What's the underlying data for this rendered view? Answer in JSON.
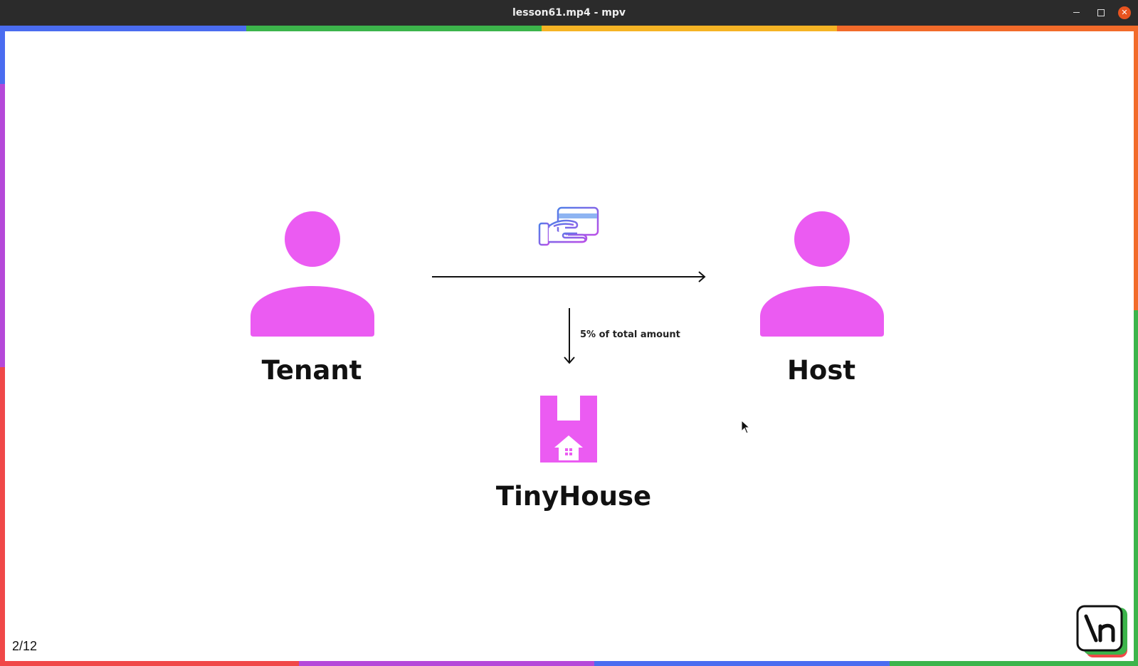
{
  "window": {
    "title": "lesson61.mp4 - mpv",
    "controls": {
      "minimize": "minimize-icon",
      "maximize": "maximize-icon",
      "close": "close-icon"
    }
  },
  "slide": {
    "tenant_label": "Tenant",
    "host_label": "Host",
    "fee_label": "5% of total amount",
    "company_label": "TinyHouse",
    "page_counter": "2/12",
    "icons": {
      "tenant": "user-icon",
      "host": "user-icon",
      "payment": "credit-card-payment-icon",
      "company": "tinyhouse-logo-icon",
      "arrow_right": "arrow-right-icon",
      "arrow_down": "arrow-down-icon",
      "brand": "newline-logo-icon",
      "cursor": "mouse-pointer-icon"
    },
    "colors": {
      "accent": "#EB5BF2",
      "card_blue": "#4F7FE8",
      "card_purple": "#A64FE8",
      "edge_blue": "#4A6CF0",
      "edge_green": "#3CB44B",
      "edge_yellow": "#F5B324",
      "edge_orange": "#F26B2A",
      "edge_purple": "#B548D9",
      "edge_red": "#F04848"
    }
  }
}
